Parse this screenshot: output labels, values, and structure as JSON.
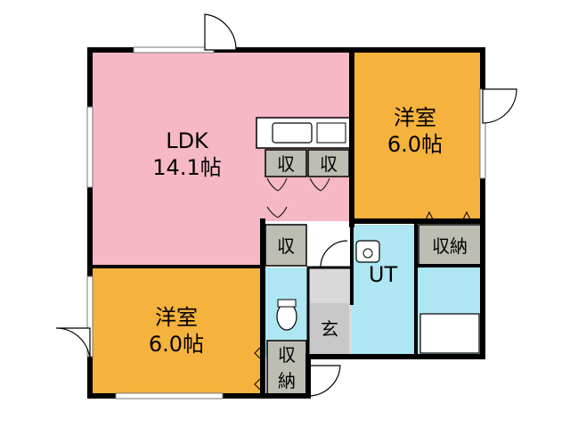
{
  "rooms": {
    "ldk": {
      "name": "LDK",
      "size": "14.1帖",
      "color": "#f5b8c4"
    },
    "western_room_top": {
      "name": "洋室",
      "size": "6.0帖",
      "color": "#f5b23c"
    },
    "western_room_bottom": {
      "name": "洋室",
      "size": "6.0帖",
      "color": "#f5b23c"
    },
    "unit_bath": {
      "name": "UT",
      "color": "#aee6f3"
    },
    "entrance": {
      "name": "玄",
      "color": "#c8c8c8"
    }
  },
  "storage": {
    "closet_1": "収",
    "closet_2": "収",
    "closet_3": "収",
    "closet_top_right": "収納",
    "closet_bottom_left_1": "収",
    "closet_bottom_left_2": "納"
  },
  "colors": {
    "wall": "#000000",
    "storage_fill": "#bdbdb4",
    "kitchen_fill": "#ffffff",
    "hall_fill": "#ffffff"
  }
}
